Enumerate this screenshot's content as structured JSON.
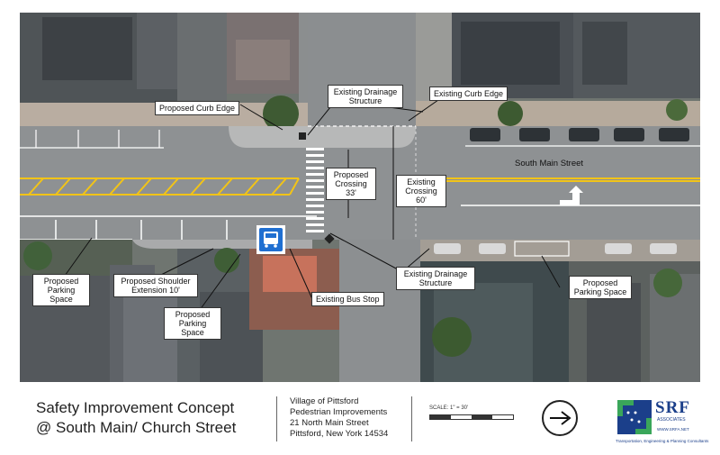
{
  "callouts": {
    "proposed_curb_edge": "Proposed Curb Edge",
    "existing_drainage_top": "Existing Drainage Structure",
    "existing_curb_edge": "Existing Curb Edge",
    "proposed_crossing": "Proposed Crossing 33'",
    "existing_crossing": "Existing Crossing 60'",
    "proposed_parking_left": "Proposed Parking Space",
    "proposed_shoulder_extension": "Proposed Shoulder Extension 10'",
    "proposed_parking_middle": "Proposed Parking Space",
    "existing_bus_stop": "Existing Bus Stop",
    "existing_drainage_bottom": "Existing Drainage Structure",
    "proposed_parking_right": "Proposed Parking Space"
  },
  "street_label": "South Main Street",
  "title_block": {
    "title_line1": "Safety Improvement Concept",
    "title_line2": "@ South Main/ Church Street",
    "project_line1": "Village of Pittsford",
    "project_line2": "Pedestrian Improvements",
    "project_line3": "21 North Main Street",
    "project_line4": "Pittsford, New York 14534",
    "scale_text": "SCALE: 1\" = 30'",
    "north_arrow_icon": "north-arrow-icon"
  },
  "logo": {
    "name": "SRF",
    "subtitle": "ASSOCIATES",
    "web": "WWW.SRFA.NET",
    "tagline": "Transportation, Engineering & Planning Consultants"
  },
  "colors": {
    "road": "#8e9193",
    "crosswalk": "#ffffff",
    "yellow_marking": "#f2c417",
    "bus_sign": "#1f6fd1",
    "logo_blue": "#1b3f8a",
    "logo_green": "#3aa65a"
  }
}
